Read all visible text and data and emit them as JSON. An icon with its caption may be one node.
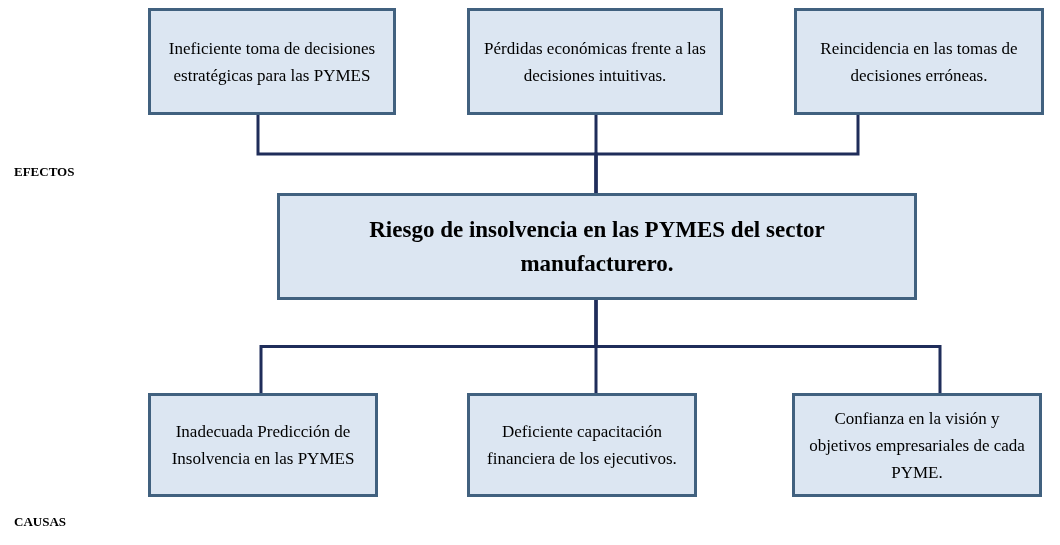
{
  "diagram": {
    "nodes": [
      {
        "text": [
          "Ineficiente toma de decisiones estratégicas para las PYMES"
        ]
      },
      {
        "text": [
          "Pérdidas económicas frente a las decisiones intuitivas."
        ]
      },
      {
        "text": [
          "Reincidencia en las tomas de decisiones erróneas."
        ]
      },
      {
        "text": [
          "Riesgo de insolvencia en las PYMES del sector manufacturero."
        ]
      },
      {
        "text": [
          "Inadecuada Predicción de Insolvencia en las PYMES"
        ]
      },
      {
        "text": [
          "Deficiente capacitación financiera de los ejecutivos."
        ]
      },
      {
        "text": [
          "Confianza en la visión y objetivos empresariales de cada PYME."
        ]
      }
    ],
    "edges": [
      {
        "from": 3,
        "to": 0,
        "arrow": "none"
      },
      {
        "from": 3,
        "to": 1,
        "arrow": "none"
      },
      {
        "from": 3,
        "to": 2,
        "arrow": "none"
      },
      {
        "from": 4,
        "to": 3,
        "arrow": "none"
      },
      {
        "from": 5,
        "to": 3,
        "arrow": "none"
      },
      {
        "from": 6,
        "to": 3,
        "arrow": "none"
      }
    ],
    "labels": [
      "EFECTOS",
      "CAUSAS"
    ]
  }
}
